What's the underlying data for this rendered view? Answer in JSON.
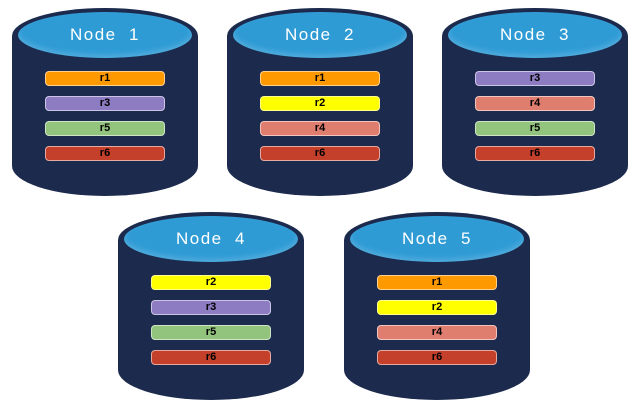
{
  "diagram": {
    "type": "database-replication-cluster",
    "colors": {
      "background": "#FFFFFF",
      "cylinder_body": "#1C2A4D",
      "cylinder_top": "#2E9BD5",
      "title_text": "#FFFFFF",
      "replica_text": "#000000",
      "replicas": {
        "r1": "#FF9900",
        "r2": "#FFFF00",
        "r3": "#8E7CC3",
        "r4": "#DF7E6E",
        "r5": "#93C47D",
        "r6": "#C5402A"
      }
    },
    "nodes": [
      {
        "title": "Node  1",
        "replicas": [
          "r1",
          "r3",
          "r5",
          "r6"
        ]
      },
      {
        "title": "Node  2",
        "replicas": [
          "r1",
          "r2",
          "r4",
          "r6"
        ]
      },
      {
        "title": "Node  3",
        "replicas": [
          "r3",
          "r4",
          "r5",
          "r6"
        ]
      },
      {
        "title": "Node  4",
        "replicas": [
          "r2",
          "r3",
          "r5",
          "r6"
        ]
      },
      {
        "title": "Node  5",
        "replicas": [
          "r1",
          "r2",
          "r4",
          "r6"
        ]
      }
    ]
  }
}
